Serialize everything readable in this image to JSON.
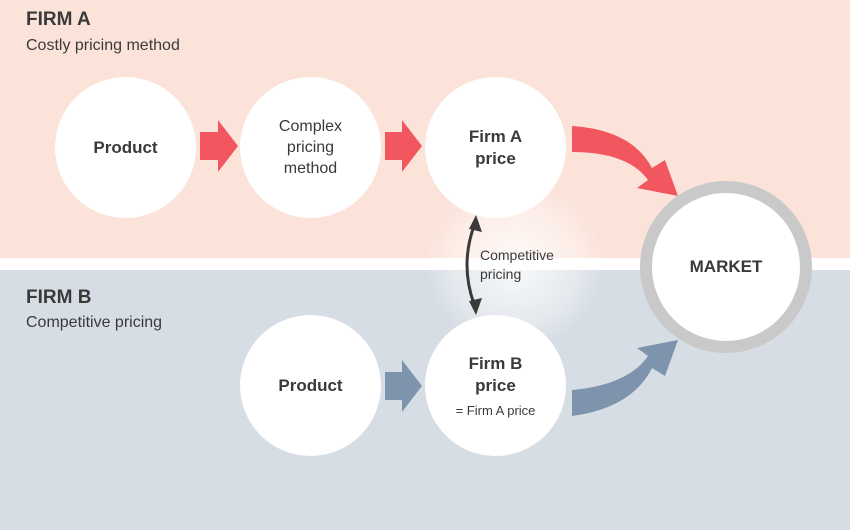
{
  "firm_a": {
    "title": "FIRM A",
    "subtitle": "Costly pricing method",
    "product": "Product",
    "method": "Complex\npricing\nmethod",
    "price": "Firm A\nprice"
  },
  "firm_b": {
    "title": "FIRM B",
    "subtitle": "Competitive pricing",
    "product": "Product",
    "price": "Firm B\nprice",
    "price_note": "= Firm A price"
  },
  "market": {
    "label": "MARKET"
  },
  "competitive": {
    "label": "Competitive\npricing"
  },
  "colors": {
    "firm_a_band": "#fbe3da",
    "firm_b_band": "#d6dde5",
    "firm_a_arrow": "#f2575f",
    "firm_b_arrow": "#7e93ac",
    "market_ring": "#c9c9c9",
    "text": "#3a3a3a"
  }
}
